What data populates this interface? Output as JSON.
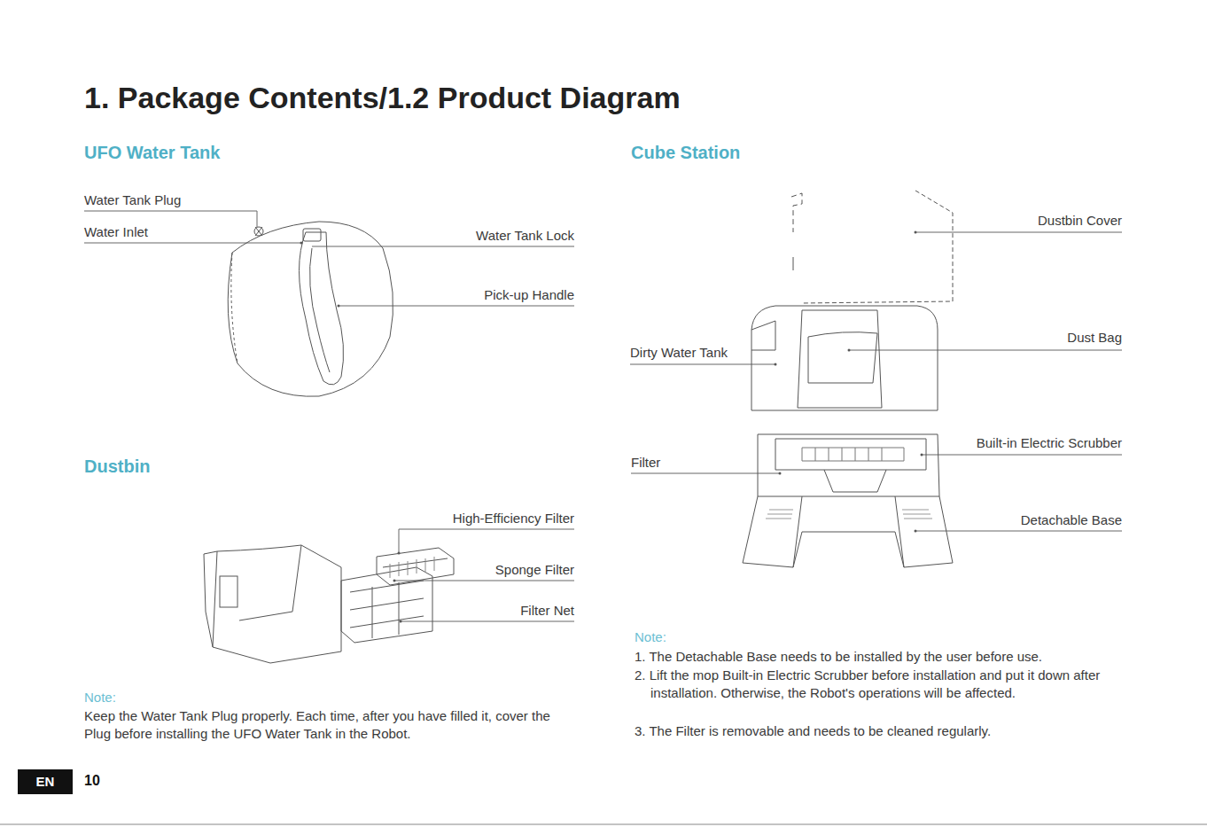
{
  "diagram": {
    "title": "1. Package Contents/1.2 Product Diagram",
    "labels": [
      "UFO Water Tank",
      "Water Tank Plug",
      "Water Inlet",
      "Water Tank Lock",
      "Pick-up Handle",
      "Dustbin",
      "High-Efficiency Filter",
      "Sponge Filter",
      "Filter Net",
      "Note:",
      "Keep the Water Tank Plug properly. Each time, after you have filled it, cover the Plug before installing the UFO Water Tank in the Robot.",
      "Cube Station",
      "Dustbin Cover",
      "Dust Bag",
      "Dirty Water Tank",
      "Built-in Electric Scrubber",
      "Filter",
      "Detachable Base",
      "Note:",
      "1. The Detachable Base needs to be installed by the user before use.",
      "2. Lift the mop Built-in Electric Scrubber before installation and put it down after installation. Otherwise, the Robot's operations will be affected.",
      "3. The Filter is removable and needs to be cleaned regularly.",
      "EN",
      "10"
    ]
  }
}
